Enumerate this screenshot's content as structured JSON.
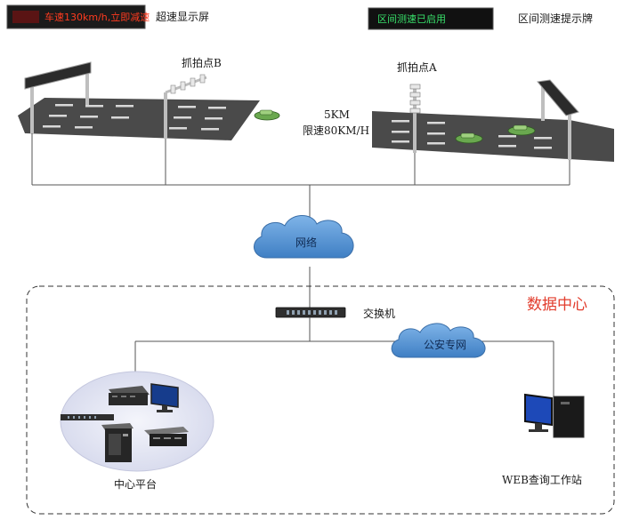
{
  "speeding_display": {
    "screen_text": "车速130km/h,立即减速",
    "label": "超速显示屏"
  },
  "section_board": {
    "screen_text": "区间测速已启用",
    "label": "区间测速提示牌"
  },
  "capture_b": {
    "label": "抓拍点B"
  },
  "capture_a": {
    "label": "抓拍点A"
  },
  "distance": {
    "line1": "5KM",
    "line2": "限速80KM/H"
  },
  "network": {
    "label": "网络"
  },
  "data_center": {
    "title": "数据中心"
  },
  "switch": {
    "label": "交换机"
  },
  "police_net": {
    "label": "公安专网"
  },
  "center_platform": {
    "label": "中心平台"
  },
  "web_station": {
    "label": "WEB查询工作站"
  },
  "colors": {
    "road": "#4a4a4a",
    "cloud": "#4f8fd1",
    "red_led": "#ff3b1f",
    "green_led": "#38e06a",
    "dc_title": "#e23c2c"
  },
  "icons": [
    "speeding-display-icon",
    "section-board-icon",
    "gantry-icon",
    "camera-pole-icon",
    "car-icon",
    "cloud-icon",
    "network-switch-icon",
    "server-icon",
    "monitor-icon",
    "workstation-icon"
  ]
}
